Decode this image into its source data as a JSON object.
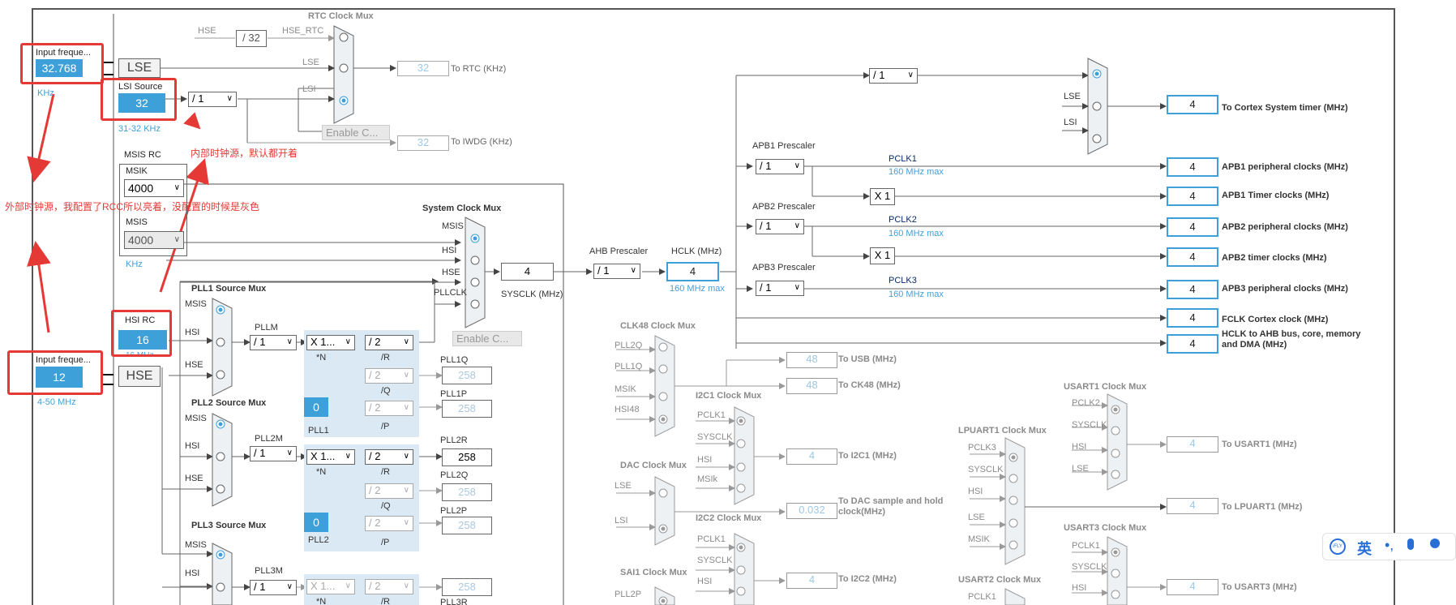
{
  "rtc_mux": {
    "title": "RTC Clock Mux",
    "hse": "HSE",
    "div32": "/ 32",
    "hse_rtc": "HSE_RTC",
    "lse": "LSE",
    "lsi": "LSI",
    "out_value": "32",
    "out_label": "To RTC (KHz)",
    "enable_btn": "Enable C...",
    "iwdg_value": "32",
    "iwdg_label": "To IWDG (KHz)"
  },
  "lse_input": {
    "label": "Input freque...",
    "value": "32.768",
    "unit": "KHz",
    "block": "LSE"
  },
  "lsi": {
    "label": "LSI Source",
    "value": "32",
    "range": "31-32 KHz",
    "div": "/ 1"
  },
  "msis_rc": {
    "title": "MSIS RC",
    "msik_label": "MSIK",
    "msik_value": "4000",
    "msis_label": "MSIS",
    "msis_value": "4000",
    "unit": "KHz"
  },
  "hsi_rc": {
    "title": "HSI RC",
    "value": "16",
    "freq": "16 MHz"
  },
  "hse_input": {
    "label": "Input freque...",
    "value": "12",
    "range": "4-50 MHz",
    "block": "HSE"
  },
  "annotations": {
    "internal": "内部时钟源，默认都开着",
    "external": "外部时钟源，我配置了RCC所以亮着，没配置的时候是灰色"
  },
  "sysclk_mux": {
    "title": "System Clock Mux",
    "msis": "MSIS",
    "hsi": "HSI",
    "hse": "HSE",
    "pllclk": "PLLCLK",
    "value": "4",
    "label": "SYSCLK (MHz)",
    "enable_btn": "Enable C..."
  },
  "ahb": {
    "title": "AHB Prescaler",
    "div": "/ 1",
    "hclk_label": "HCLK (MHz)",
    "hclk_value": "4",
    "hclk_max": "160 MHz max"
  },
  "pll1": {
    "title": "PLL1 Source Mux",
    "msis": "MSIS",
    "hsi": "HSI",
    "hse": "HSE",
    "m_label": "PLLM",
    "m_div": "/ 1",
    "n_mul": "X 1...",
    "n_label": "*N",
    "r_div": "/ 2",
    "r_label": "/R",
    "q_div": "/ 2",
    "q_label": "/Q",
    "p_div": "/ 2",
    "p_label": "/P",
    "frac": "0",
    "name": "PLL1",
    "q_out_label": "PLL1Q",
    "q_out": "258",
    "p_out_label": "PLL1P",
    "p_out": "258"
  },
  "pll2": {
    "title": "PLL2 Source Mux",
    "msis": "MSIS",
    "hsi": "HSI",
    "hse": "HSE",
    "m_label": "PLL2M",
    "m_div": "/ 1",
    "n_mul": "X 1...",
    "n_label": "*N",
    "r_div": "/ 2",
    "r_label": "/R",
    "q_div": "/ 2",
    "q_label": "/Q",
    "p_div": "/ 2",
    "p_label": "/P",
    "frac": "0",
    "name": "PLL2",
    "r_out_label": "PLL2R",
    "r_out": "258",
    "q_out_label": "PLL2Q",
    "q_out": "258",
    "p_out_label": "PLL2P",
    "p_out": "258"
  },
  "pll3": {
    "title": "PLL3 Source Mux",
    "msis": "MSIS",
    "hsi": "HSI",
    "m_label": "PLL3M",
    "m_div": "/ 1",
    "n_mul": "X 1...",
    "n_label": "*N",
    "r_div": "/ 2",
    "r_label": "/R",
    "r_out": "258",
    "r_out_label": "PLL3R"
  },
  "cortex": {
    "div": "/ 1",
    "lse": "LSE",
    "lsi": "LSI",
    "value": "4",
    "label": "To Cortex System timer (MHz)"
  },
  "apb1": {
    "title": "APB1 Prescaler",
    "div": "/ 1",
    "pclk": "PCLK1",
    "max": "160 MHz max",
    "periph_value": "4",
    "periph_label": "APB1 peripheral clocks (MHz)",
    "x1": "X 1",
    "timer_value": "4",
    "timer_label": "APB1 Timer clocks (MHz)"
  },
  "apb2": {
    "title": "APB2 Prescaler",
    "div": "/ 1",
    "pclk": "PCLK2",
    "max": "160 MHz max",
    "periph_value": "4",
    "periph_label": "APB2 peripheral clocks (MHz)",
    "x1": "X 1",
    "timer_value": "4",
    "timer_label": "APB2 timer clocks (MHz)"
  },
  "apb3": {
    "title": "APB3 Prescaler",
    "div": "/ 1",
    "pclk": "PCLK3",
    "max": "160 MHz max",
    "periph_value": "4",
    "periph_label": "APB3 peripheral clocks (MHz)"
  },
  "fclk": {
    "value": "4",
    "label": "FCLK Cortex clock (MHz)"
  },
  "hclk_bus": {
    "value": "4",
    "label": "HCLK to AHB bus, core, memory and DMA (MHz)"
  },
  "clk48": {
    "title": "CLK48 Clock Mux",
    "in1": "PLL2Q",
    "in2": "PLL1Q",
    "in3": "MSIK",
    "in4": "HSI48",
    "usb_value": "48",
    "usb_label": "To USB (MHz)",
    "ck48_value": "48",
    "ck48_label": "To CK48 (MHz)"
  },
  "i2c1": {
    "title": "I2C1 Clock Mux",
    "in1": "PCLK1",
    "in2": "SYSCLK",
    "in3": "HSI",
    "in4": "MSIk",
    "value": "4",
    "label": "To I2C1 (MHz)"
  },
  "dac": {
    "title": "DAC Clock Mux",
    "in1": "LSE",
    "in2": "LSI",
    "value": "0.032",
    "label": "To DAC sample and hold clock(MHz)"
  },
  "i2c2": {
    "title": "I2C2 Clock Mux",
    "in1": "PCLK1",
    "in2": "SYSCLK",
    "in3": "HSI",
    "value": "4",
    "label": "To I2C2 (MHz)"
  },
  "sai1": {
    "title": "SAI1 Clock Mux",
    "in1": "PLL2P"
  },
  "usart1": {
    "title": "USART1 Clock Mux",
    "in1": "PCLK2",
    "in2": "SYSCLK",
    "in3": "HSI",
    "in4": "LSE",
    "value": "4",
    "label": "To USART1 (MHz)"
  },
  "lpuart1": {
    "title": "LPUART1 Clock Mux",
    "in1": "PCLK3",
    "in2": "SYSCLK",
    "in3": "HSI",
    "in4": "LSE",
    "in5": "MSIK",
    "value": "4",
    "label": "To LPUART1 (MHz)"
  },
  "usart3": {
    "title": "USART3 Clock Mux",
    "in1": "PCLK1",
    "in2": "SYSCLK",
    "in3": "HSI",
    "value": "4",
    "label": "To USART3 (MHz)"
  },
  "usart2": {
    "title": "USART2 Clock Mux",
    "in1": "PCLK1"
  },
  "ime_toolbar": {
    "lang": "英",
    "logo": "iFLY"
  }
}
